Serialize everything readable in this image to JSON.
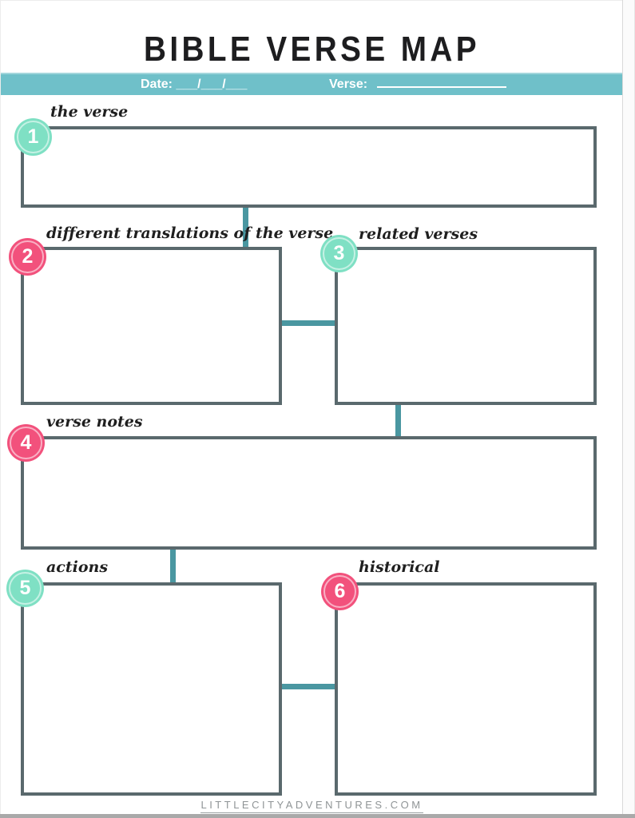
{
  "title": "BIBLE VERSE MAP",
  "header": {
    "date_label": "Date:",
    "date_blanks": "___/___/___",
    "verse_label": "Verse:"
  },
  "sections": [
    {
      "number": "1",
      "label": "the verse",
      "badge_color": "mint"
    },
    {
      "number": "2",
      "label": "different translations of the verse",
      "badge_color": "pink"
    },
    {
      "number": "3",
      "label": "related verses",
      "badge_color": "mint"
    },
    {
      "number": "4",
      "label": "verse notes",
      "badge_color": "pink"
    },
    {
      "number": "5",
      "label": "actions",
      "badge_color": "mint"
    },
    {
      "number": "6",
      "label": "historical",
      "badge_color": "pink"
    }
  ],
  "footer": {
    "site": "LITTLECITYADVENTURES.COM"
  },
  "colors": {
    "header_bar_teal": "#6fc0c9",
    "connector_teal": "#4a97a1",
    "box_border_slate": "#5a696d",
    "badge_mint": "#7fe0c4",
    "badge_pink": "#f2517c",
    "title_text": "#1d1d1f",
    "footer_text": "#8f9496"
  }
}
